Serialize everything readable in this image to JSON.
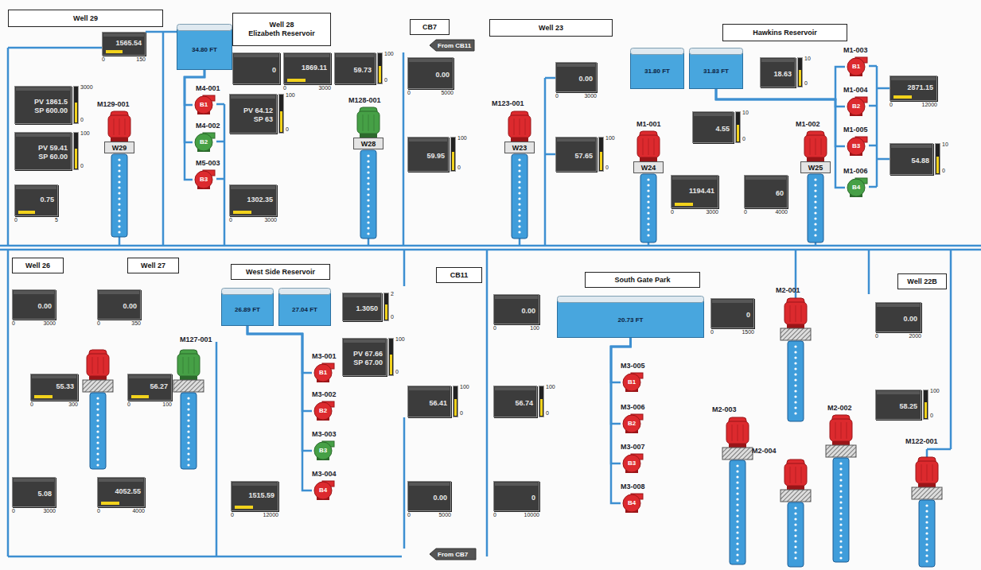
{
  "diagram": {
    "nodes": [
      {
        "text": [
          "Well 29"
        ]
      },
      {
        "text": [
          "Well 28",
          "Elizabeth Reservoir"
        ]
      },
      {
        "text": [
          "CB7"
        ]
      },
      {
        "text": [
          "Well 23"
        ]
      },
      {
        "text": [
          "Hawkins Reservoir"
        ]
      },
      {
        "text": [
          "34.80 FT"
        ]
      },
      {
        "text": [
          "31.80 FT"
        ]
      },
      {
        "text": [
          "31.83 FT"
        ]
      },
      {
        "text": [
          "1565.54"
        ]
      },
      {
        "text": [
          "PV 1861.5",
          "SP 600.00"
        ]
      },
      {
        "text": [
          "PV 59.41",
          "SP 60.00"
        ]
      },
      {
        "text": [
          "0.75"
        ]
      },
      {
        "text": [
          "W29"
        ]
      },
      {
        "text": [
          "0"
        ]
      },
      {
        "text": [
          "1869.11"
        ]
      },
      {
        "text": [
          "59.73"
        ]
      },
      {
        "text": [
          "B1"
        ]
      },
      {
        "text": [
          "B2"
        ]
      },
      {
        "text": [
          "B3"
        ]
      },
      {
        "text": [
          "PV 64.12",
          "SP 63"
        ]
      },
      {
        "text": [
          "1302.35"
        ]
      },
      {
        "text": [
          "W28"
        ]
      },
      {
        "text": [
          "From CB11"
        ]
      },
      {
        "text": [
          "0.00"
        ]
      },
      {
        "text": [
          "59.95"
        ]
      },
      {
        "text": [
          "W23"
        ]
      },
      {
        "text": [
          "0.00"
        ]
      },
      {
        "text": [
          "57.65"
        ]
      },
      {
        "text": [
          "W24"
        ]
      },
      {
        "text": [
          "W25"
        ]
      },
      {
        "text": [
          "4.55"
        ]
      },
      {
        "text": [
          "1194.41"
        ]
      },
      {
        "text": [
          "60"
        ]
      },
      {
        "text": [
          "18.63"
        ]
      },
      {
        "text": [
          "B1"
        ]
      },
      {
        "text": [
          "B2"
        ]
      },
      {
        "text": [
          "B3"
        ]
      },
      {
        "text": [
          "B4"
        ]
      },
      {
        "text": [
          "2871.15"
        ]
      },
      {
        "text": [
          "54.88"
        ]
      },
      {
        "text": [
          "Well 26"
        ]
      },
      {
        "text": [
          "Well 27"
        ]
      },
      {
        "text": [
          "West Side Reservoir"
        ]
      },
      {
        "text": [
          "CB11"
        ]
      },
      {
        "text": [
          "South Gate Park"
        ]
      },
      {
        "text": [
          "Well 22B"
        ]
      },
      {
        "text": [
          "26.89 FT"
        ]
      },
      {
        "text": [
          "27.04 FT"
        ]
      },
      {
        "text": [
          "20.73 FT"
        ]
      },
      {
        "text": [
          "0.00"
        ]
      },
      {
        "text": [
          "55.33"
        ]
      },
      {
        "text": [
          "5.08"
        ]
      },
      {
        "text": [
          "0.00"
        ]
      },
      {
        "text": [
          "56.27"
        ]
      },
      {
        "text": [
          "4052.55"
        ]
      },
      {
        "text": [
          "1.3050"
        ]
      },
      {
        "text": [
          "PV 67.66",
          "SP 67.00"
        ]
      },
      {
        "text": [
          "1515.59"
        ]
      },
      {
        "text": [
          "B1"
        ]
      },
      {
        "text": [
          "B2"
        ]
      },
      {
        "text": [
          "B3"
        ]
      },
      {
        "text": [
          "B4"
        ]
      },
      {
        "text": [
          "56.41"
        ]
      },
      {
        "text": [
          "0.00"
        ]
      },
      {
        "text": [
          "From CB7"
        ]
      },
      {
        "text": [
          "0.00"
        ]
      },
      {
        "text": [
          "56.74"
        ]
      },
      {
        "text": [
          "0"
        ]
      },
      {
        "text": [
          "B1"
        ]
      },
      {
        "text": [
          "B2"
        ]
      },
      {
        "text": [
          "B3"
        ]
      },
      {
        "text": [
          "B4"
        ]
      },
      {
        "text": [
          "0"
        ]
      },
      {
        "text": [
          "0.00"
        ]
      },
      {
        "text": [
          "58.25"
        ]
      }
    ],
    "edges": [
      {
        "from": 5,
        "to": 16,
        "arrow": "none"
      },
      {
        "from": 5,
        "to": 17,
        "arrow": "none"
      },
      {
        "from": 5,
        "to": 18,
        "arrow": "none"
      },
      {
        "from": 7,
        "to": 34,
        "arrow": "none"
      },
      {
        "from": 7,
        "to": 35,
        "arrow": "none"
      },
      {
        "from": 7,
        "to": 36,
        "arrow": "none"
      },
      {
        "from": 7,
        "to": 37,
        "arrow": "none"
      },
      {
        "from": 46,
        "to": 58,
        "arrow": "none"
      },
      {
        "from": 46,
        "to": 59,
        "arrow": "none"
      },
      {
        "from": 46,
        "to": 60,
        "arrow": "none"
      },
      {
        "from": 46,
        "to": 61,
        "arrow": "none"
      },
      {
        "from": 48,
        "to": 68,
        "arrow": "none"
      },
      {
        "from": 48,
        "to": 69,
        "arrow": "none"
      },
      {
        "from": 48,
        "to": 70,
        "arrow": "none"
      },
      {
        "from": 48,
        "to": 71,
        "arrow": "none"
      }
    ],
    "labels": [
      "M129-001",
      "M4-001",
      "M4-002",
      "M5-003",
      "M128-001",
      "M123-001",
      "M1-001",
      "M1-002",
      "M1-003",
      "M1-004",
      "M1-005",
      "M1-006",
      "M127-001",
      "M3-001",
      "M3-002",
      "M3-003",
      "M3-004",
      "M3-005",
      "M3-006",
      "M3-007",
      "M3-008",
      "M2-001",
      "M2-003",
      "M2-002",
      "M2-004",
      "M122-001",
      "0",
      "150",
      "3000",
      "0",
      "100",
      "0",
      "0",
      "5",
      "0",
      "3000",
      "100",
      "0",
      "100",
      "0",
      "0",
      "3000",
      "0",
      "5000",
      "100",
      "0",
      "0",
      "3000",
      "100",
      "0",
      "10",
      "0",
      "0",
      "3000",
      "0",
      "4000",
      "10",
      "0",
      "0",
      "12000",
      "10",
      "0",
      "0",
      "3000",
      "0",
      "300",
      "0",
      "3000",
      "0",
      "350",
      "0",
      "100",
      "0",
      "4000",
      "2",
      "0",
      "100",
      "0",
      "0",
      "12000",
      "100",
      "0",
      "0",
      "5000",
      "0",
      "100",
      "100",
      "0",
      "0",
      "10000",
      "0",
      "1500",
      "0",
      "2000",
      "100",
      "0"
    ]
  }
}
